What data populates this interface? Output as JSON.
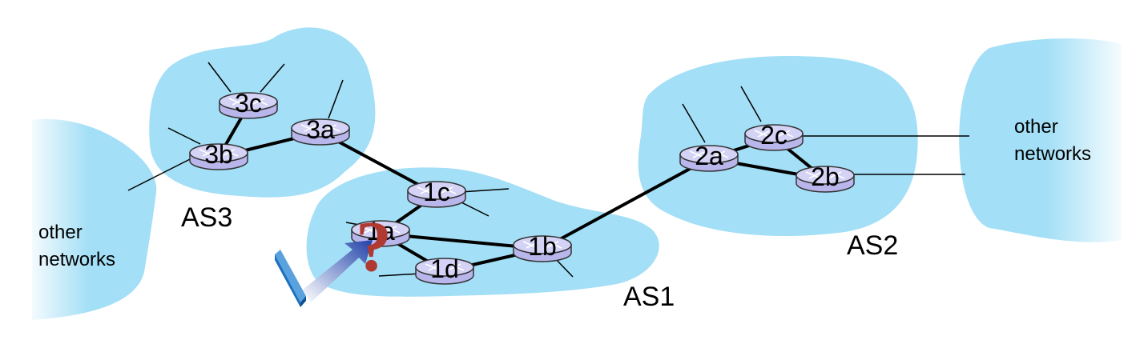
{
  "routers": [
    {
      "id": "3c",
      "label": "3c"
    },
    {
      "id": "3b",
      "label": "3b"
    },
    {
      "id": "3a",
      "label": "3a"
    },
    {
      "id": "1c",
      "label": "1c"
    },
    {
      "id": "1a",
      "label": "1a"
    },
    {
      "id": "1d",
      "label": "1d"
    },
    {
      "id": "1b",
      "label": "1b"
    },
    {
      "id": "2a",
      "label": "2a"
    },
    {
      "id": "2c",
      "label": "2c"
    },
    {
      "id": "2b",
      "label": "2b"
    }
  ],
  "links": [
    [
      "3c",
      "3b"
    ],
    [
      "3b",
      "3a"
    ],
    [
      "3a",
      "1c"
    ],
    [
      "1c",
      "1a"
    ],
    [
      "1a",
      "1b"
    ],
    [
      "1a",
      "1d"
    ],
    [
      "1d",
      "1b"
    ],
    [
      "1b",
      "2a"
    ],
    [
      "2a",
      "2c"
    ],
    [
      "2a",
      "2b"
    ],
    [
      "2c",
      "2b"
    ]
  ],
  "as_labels": {
    "as1": "AS1",
    "as2": "AS2",
    "as3": "AS3"
  },
  "other_networks_left": [
    "other",
    "networks"
  ],
  "other_networks_right": [
    "other",
    "networks"
  ],
  "question_mark": "?",
  "colors": {
    "cloud": "#a3dff6",
    "router_top": "#d4d2f5",
    "router_side": "#b9b6ec",
    "router_outline": "#333333",
    "link": "#000000",
    "question": "#b03a32",
    "host": "#1a6fc0"
  }
}
